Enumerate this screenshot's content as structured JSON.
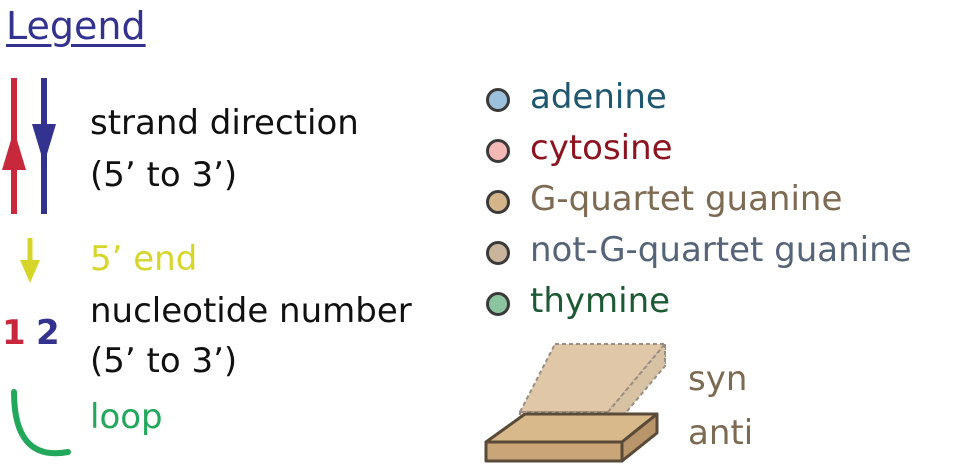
{
  "title": "Legend",
  "strand_direction": {
    "line1": "strand direction",
    "line2": "(5’ to 3’)"
  },
  "five_prime_end": "5’ end",
  "nucleotide_number": {
    "num1": "1",
    "num2": "2",
    "line1": "nucleotide number",
    "line2": "(5’ to 3’)"
  },
  "loop": "loop",
  "bases": [
    {
      "label": "adenine",
      "dot_color": "#9dc1dd",
      "text_color": "#1f5670"
    },
    {
      "label": "cytosine",
      "dot_color": "#f4b8b5",
      "text_color": "#8c1420"
    },
    {
      "label": "G-quartet guanine",
      "dot_color": "#d4b489",
      "text_color": "#7d6a52"
    },
    {
      "label": "not-G-quartet guanine",
      "dot_color": "#c9b59b",
      "text_color": "#556478"
    },
    {
      "label": "thymine",
      "dot_color": "#8cc4a0",
      "text_color": "#1c5a34"
    }
  ],
  "conformation": {
    "syn": "syn",
    "anti": "anti"
  },
  "colors": {
    "strand_red": "#c8283c",
    "strand_blue": "#33338f",
    "yellow": "#d6d62a",
    "green": "#22a85a",
    "syn_text": "#7d6a52"
  }
}
